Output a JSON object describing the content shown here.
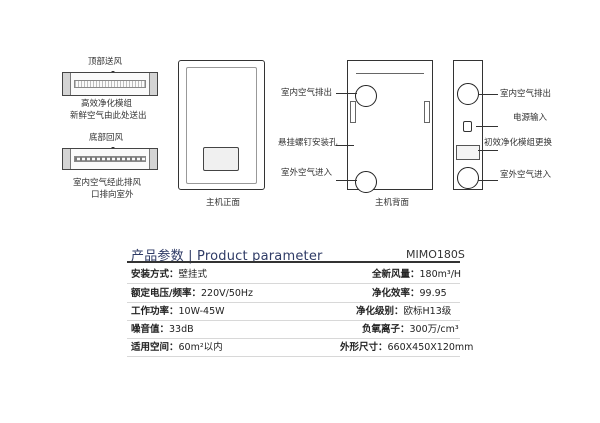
{
  "top_vent": {
    "title": "顶部送风",
    "desc_line1": "高效净化模组",
    "desc_line2": "新鲜空气由此处送出"
  },
  "bottom_vent": {
    "title": "底部回风",
    "desc_line1": "室内空气经此排风",
    "desc_line2": "口排向室外"
  },
  "front_caption": "主机正面",
  "back_caption": "主机背面",
  "back_labels": {
    "exhaust": "室内空气排出",
    "mount": "悬挂螺钉安装孔",
    "intake": "室外空气进入"
  },
  "side_labels": {
    "exhaust": "室内空气排出",
    "power": "电源输入",
    "filter": "初效净化模组更换",
    "intake": "室外空气进入"
  },
  "params": {
    "title": "产品参数 | Product parameter",
    "model": "MIMO180S",
    "rows": [
      {
        "left_key": "安装方式：",
        "left_val": "壁挂式",
        "right_key": "全新风量：",
        "right_val": "180m³/H"
      },
      {
        "left_key": "额定电压/频率：",
        "left_val": "220V/50Hz",
        "right_key": "净化效率：",
        "right_val": "99.95"
      },
      {
        "left_key": "工作功率：",
        "left_val": "10W-45W",
        "right_key": "净化级别：",
        "right_val": "欧标H13级"
      },
      {
        "left_key": "噪音值：",
        "left_val": "33dB",
        "right_key": "负氧离子：",
        "right_val": "300万/cm³"
      },
      {
        "left_key": "适用空间：",
        "left_val": "60m²以内",
        "right_key": "外形尺寸：",
        "right_val": "660X450X120mm"
      }
    ]
  }
}
